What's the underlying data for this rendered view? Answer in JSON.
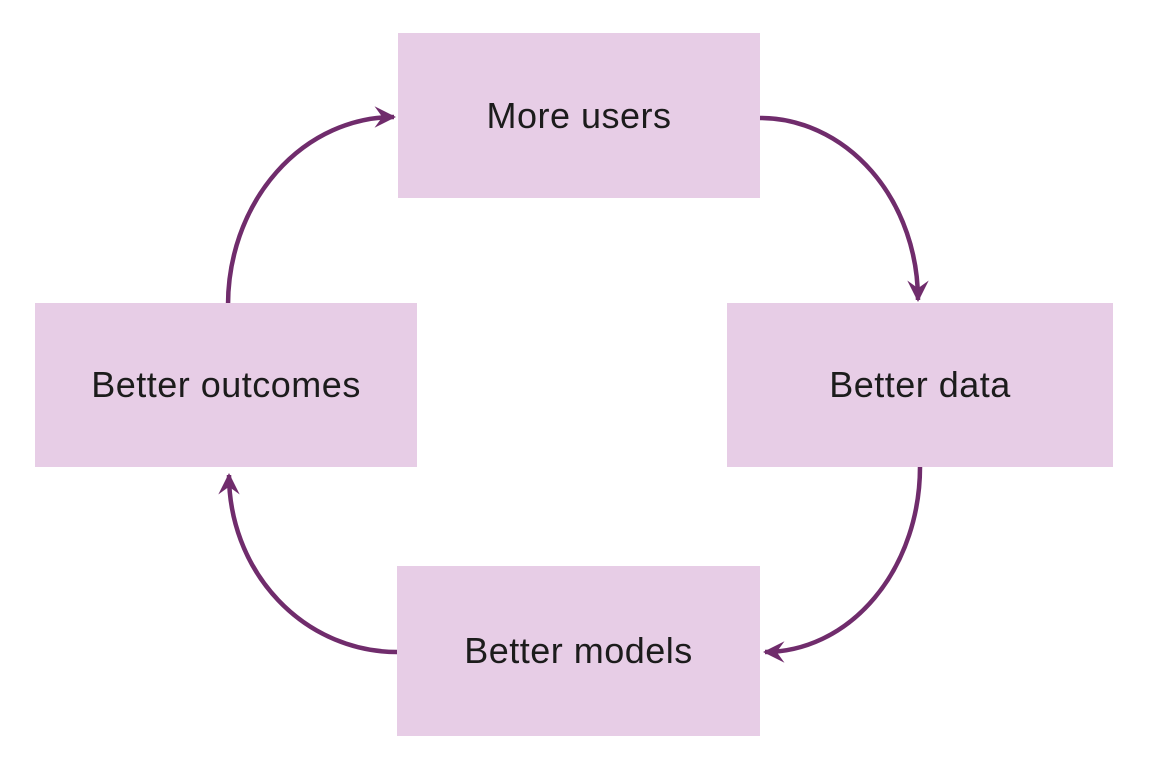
{
  "diagram": {
    "type": "cycle",
    "direction": "clockwise",
    "background_color": "#ffffff",
    "node_fill_color": "#e7cde6",
    "node_text_color": "#1c1c1c",
    "arrow_color": "#702c6c",
    "nodes": [
      {
        "id": "more-users",
        "label": "More users",
        "position": "top"
      },
      {
        "id": "better-data",
        "label": "Better data",
        "position": "right"
      },
      {
        "id": "better-models",
        "label": "Better models",
        "position": "bottom"
      },
      {
        "id": "better-outcomes",
        "label": "Better outcomes",
        "position": "left"
      }
    ],
    "edges": [
      {
        "from": "more-users",
        "to": "better-data"
      },
      {
        "from": "better-data",
        "to": "better-models"
      },
      {
        "from": "better-models",
        "to": "better-outcomes"
      },
      {
        "from": "better-outcomes",
        "to": "more-users"
      }
    ]
  }
}
